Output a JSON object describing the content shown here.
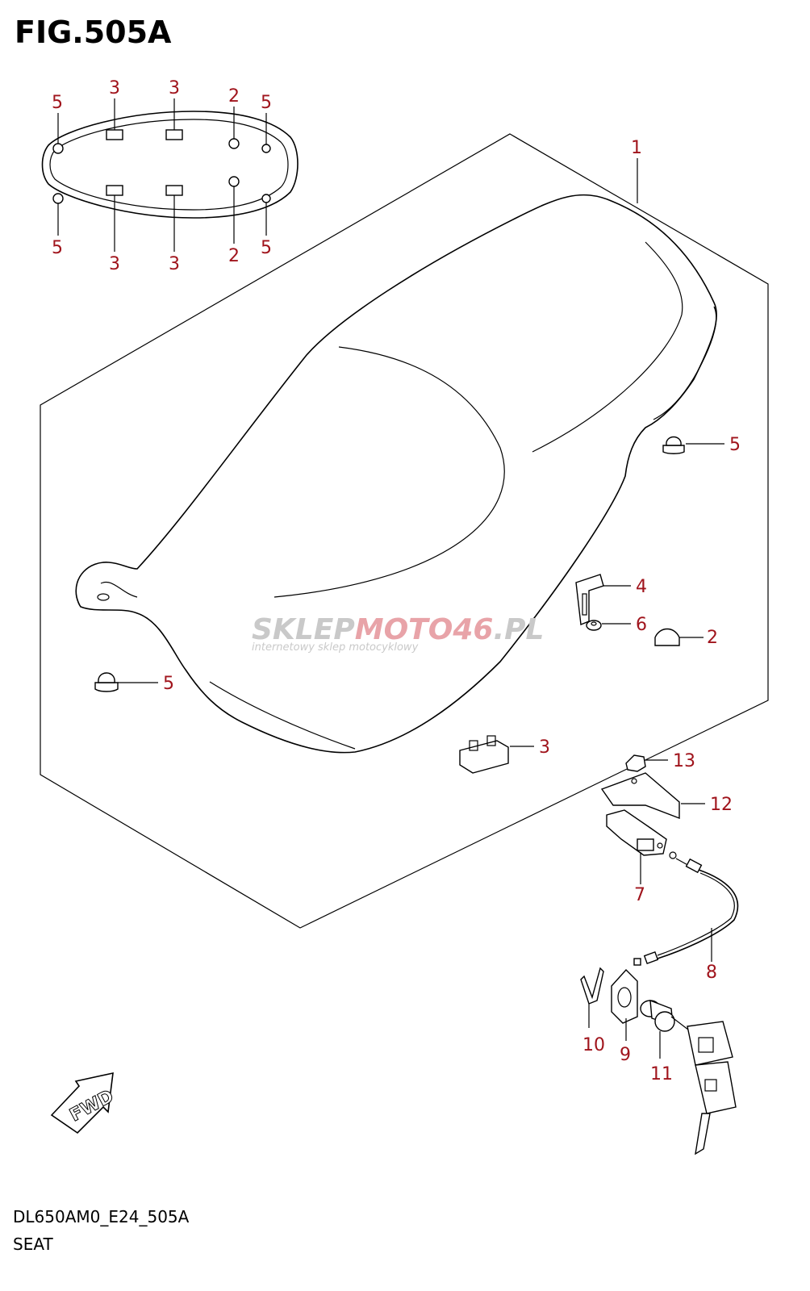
{
  "figure": {
    "title": "FIG.505A",
    "drawing_code": "DL650AM0_E24_505A",
    "section_name": "SEAT"
  },
  "watermark": {
    "brand_part1": "SKLEP",
    "brand_part2": "MOTO",
    "brand_part3": "46",
    "brand_part4": ".PL",
    "tagline": "internetowy sklep motocyklowy"
  },
  "direction_badge": {
    "label": "FWD",
    "icon": "fwd-arrow-icon"
  },
  "callouts": {
    "inset_top": [
      "5",
      "3",
      "3",
      "2",
      "5"
    ],
    "inset_bottom": [
      "5",
      "3",
      "3",
      "2",
      "5"
    ],
    "seat": "1",
    "cushion_right": "5",
    "bracket": "4",
    "washer": "6",
    "cushion_grommet": "2",
    "cushion_left": "5",
    "clip": "3",
    "nut": "13",
    "lock_plate": "12",
    "latch": "7",
    "cable": "8",
    "holder": "9",
    "clamp": "10",
    "key_lock": "11"
  },
  "colors": {
    "callout": "#a0141c",
    "line": "#000000"
  }
}
